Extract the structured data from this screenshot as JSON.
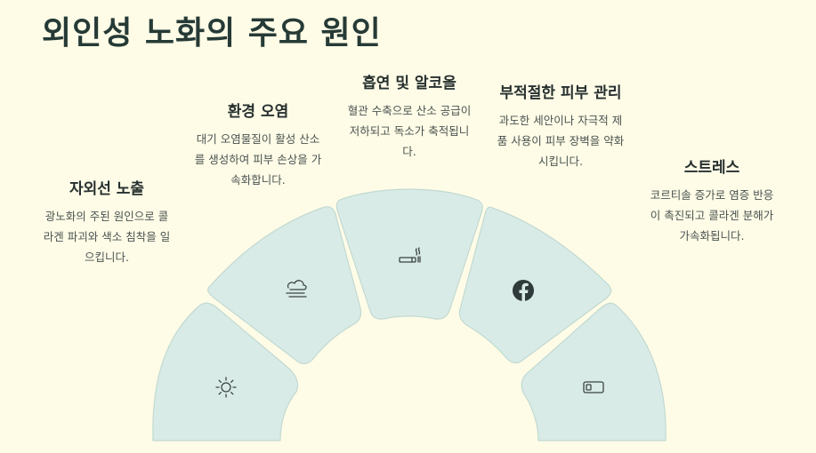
{
  "title": "외인성 노화의 주요 원인",
  "causes": [
    {
      "title": "자외선 노출",
      "desc": "광노화의 주된 원인으로 콜라겐 파괴와 색소 침착을 일으킵니다.",
      "icon": "sun-gear-icon"
    },
    {
      "title": "환경 오염",
      "desc": "대기 오염물질이 활성 산소를 생성하여 피부 손상을 가속화합니다.",
      "icon": "smog-icon"
    },
    {
      "title": "흡연 및 알코올",
      "desc": "혈관 수축으로 산소 공급이 저하되고 독소가 축적됩니다.",
      "icon": "cigarette-icon"
    },
    {
      "title": "부적절한 피부 관리",
      "desc": "과도한 세안이나 자극적 제품 사용이 피부 장벽을 약화시킵니다.",
      "icon": "facebook-icon"
    },
    {
      "title": "스트레스",
      "desc": "코르티솔 증가로 염증 반응이 촉진되고 콜라겐 분해가 가속화됩니다.",
      "icon": "toggle-card-icon"
    }
  ],
  "colors": {
    "segment": "#d9ebe6",
    "segment_border": "#c2d9d2",
    "background": "#fefce7"
  }
}
